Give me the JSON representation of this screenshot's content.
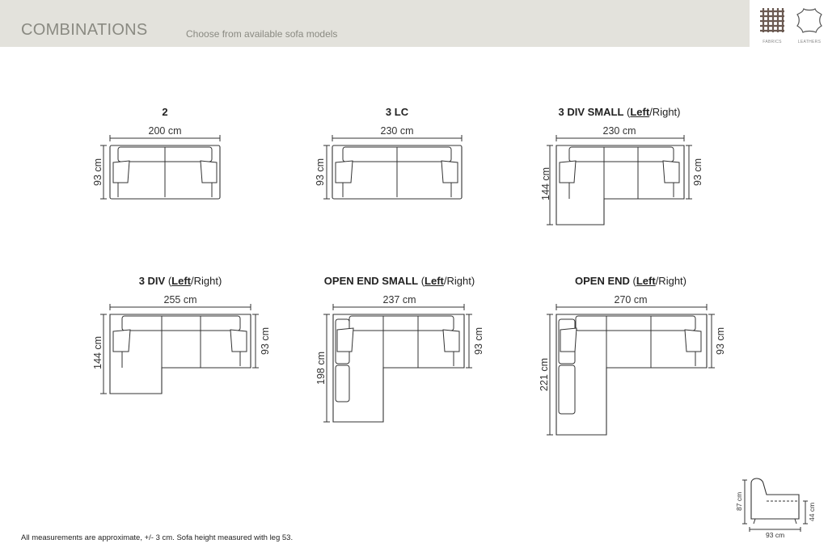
{
  "header": {
    "title": "COMBINATIONS",
    "subtitle": "Choose from available sofa models"
  },
  "materials": {
    "fabrics_label": "FABRICS",
    "leathers_label": "LEATHERS"
  },
  "models": [
    {
      "name": "2",
      "width": "200 cm",
      "depth": "93 cm"
    },
    {
      "name": "3 LC",
      "width": "230 cm",
      "depth": "93 cm"
    },
    {
      "name": "3 DIV SMALL",
      "paren_open": " (",
      "selected": "Left",
      "alt": "/Right",
      "paren_close": ")",
      "width": "230 cm",
      "depth": "93 cm",
      "chaise_depth": "144 cm"
    },
    {
      "name": "3 DIV",
      "paren_open": " (",
      "selected": "Left",
      "alt": "/Right",
      "paren_close": ")",
      "width": "255 cm",
      "depth": "93 cm",
      "chaise_depth": "144 cm"
    },
    {
      "name": "OPEN END SMALL",
      "paren_open": " (",
      "selected": "Left",
      "alt": "/Right",
      "paren_close": ")",
      "width": "237 cm",
      "depth": "93 cm",
      "chaise_depth": "198 cm"
    },
    {
      "name": "OPEN END",
      "paren_open": " (",
      "selected": "Left",
      "alt": "/Right",
      "paren_close": ")",
      "width": "270 cm",
      "depth": "93 cm",
      "chaise_depth": "221 cm"
    }
  ],
  "side_view": {
    "height": "87 cm",
    "seat_height": "44 cm",
    "depth": "93 cm"
  },
  "footnote": "All measurements are approximate, +/- 3 cm. Sofa height measured with leg 53."
}
